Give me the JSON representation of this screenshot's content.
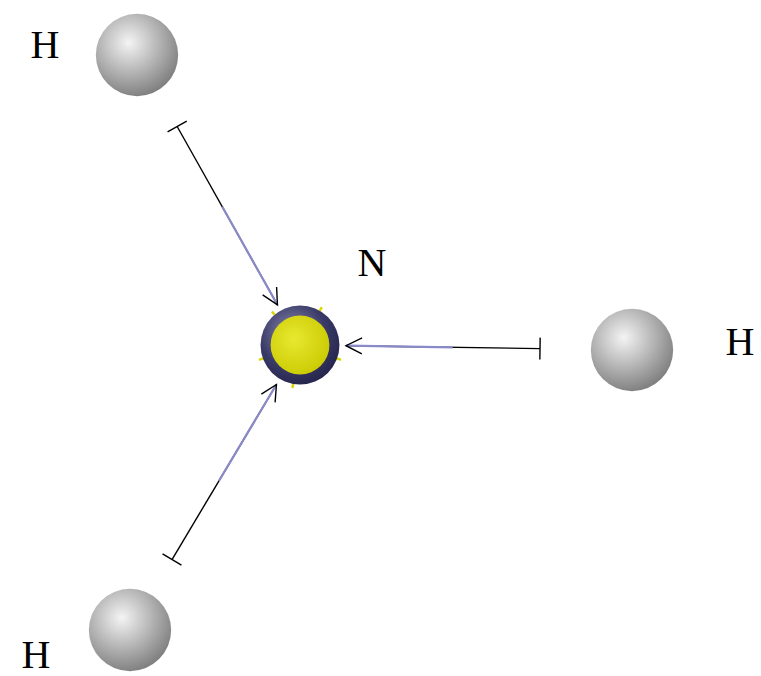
{
  "diagram": {
    "nodes": [
      {
        "text": [
          "H"
        ]
      },
      {
        "text": [
          "N"
        ]
      },
      {
        "text": [
          "H"
        ]
      },
      {
        "text": [
          "H"
        ]
      }
    ],
    "edges": [
      {
        "from": 0,
        "to": 1,
        "arrow": "to"
      },
      {
        "from": 2,
        "to": 1,
        "arrow": "to"
      },
      {
        "from": 3,
        "to": 1,
        "arrow": "to"
      }
    ]
  }
}
